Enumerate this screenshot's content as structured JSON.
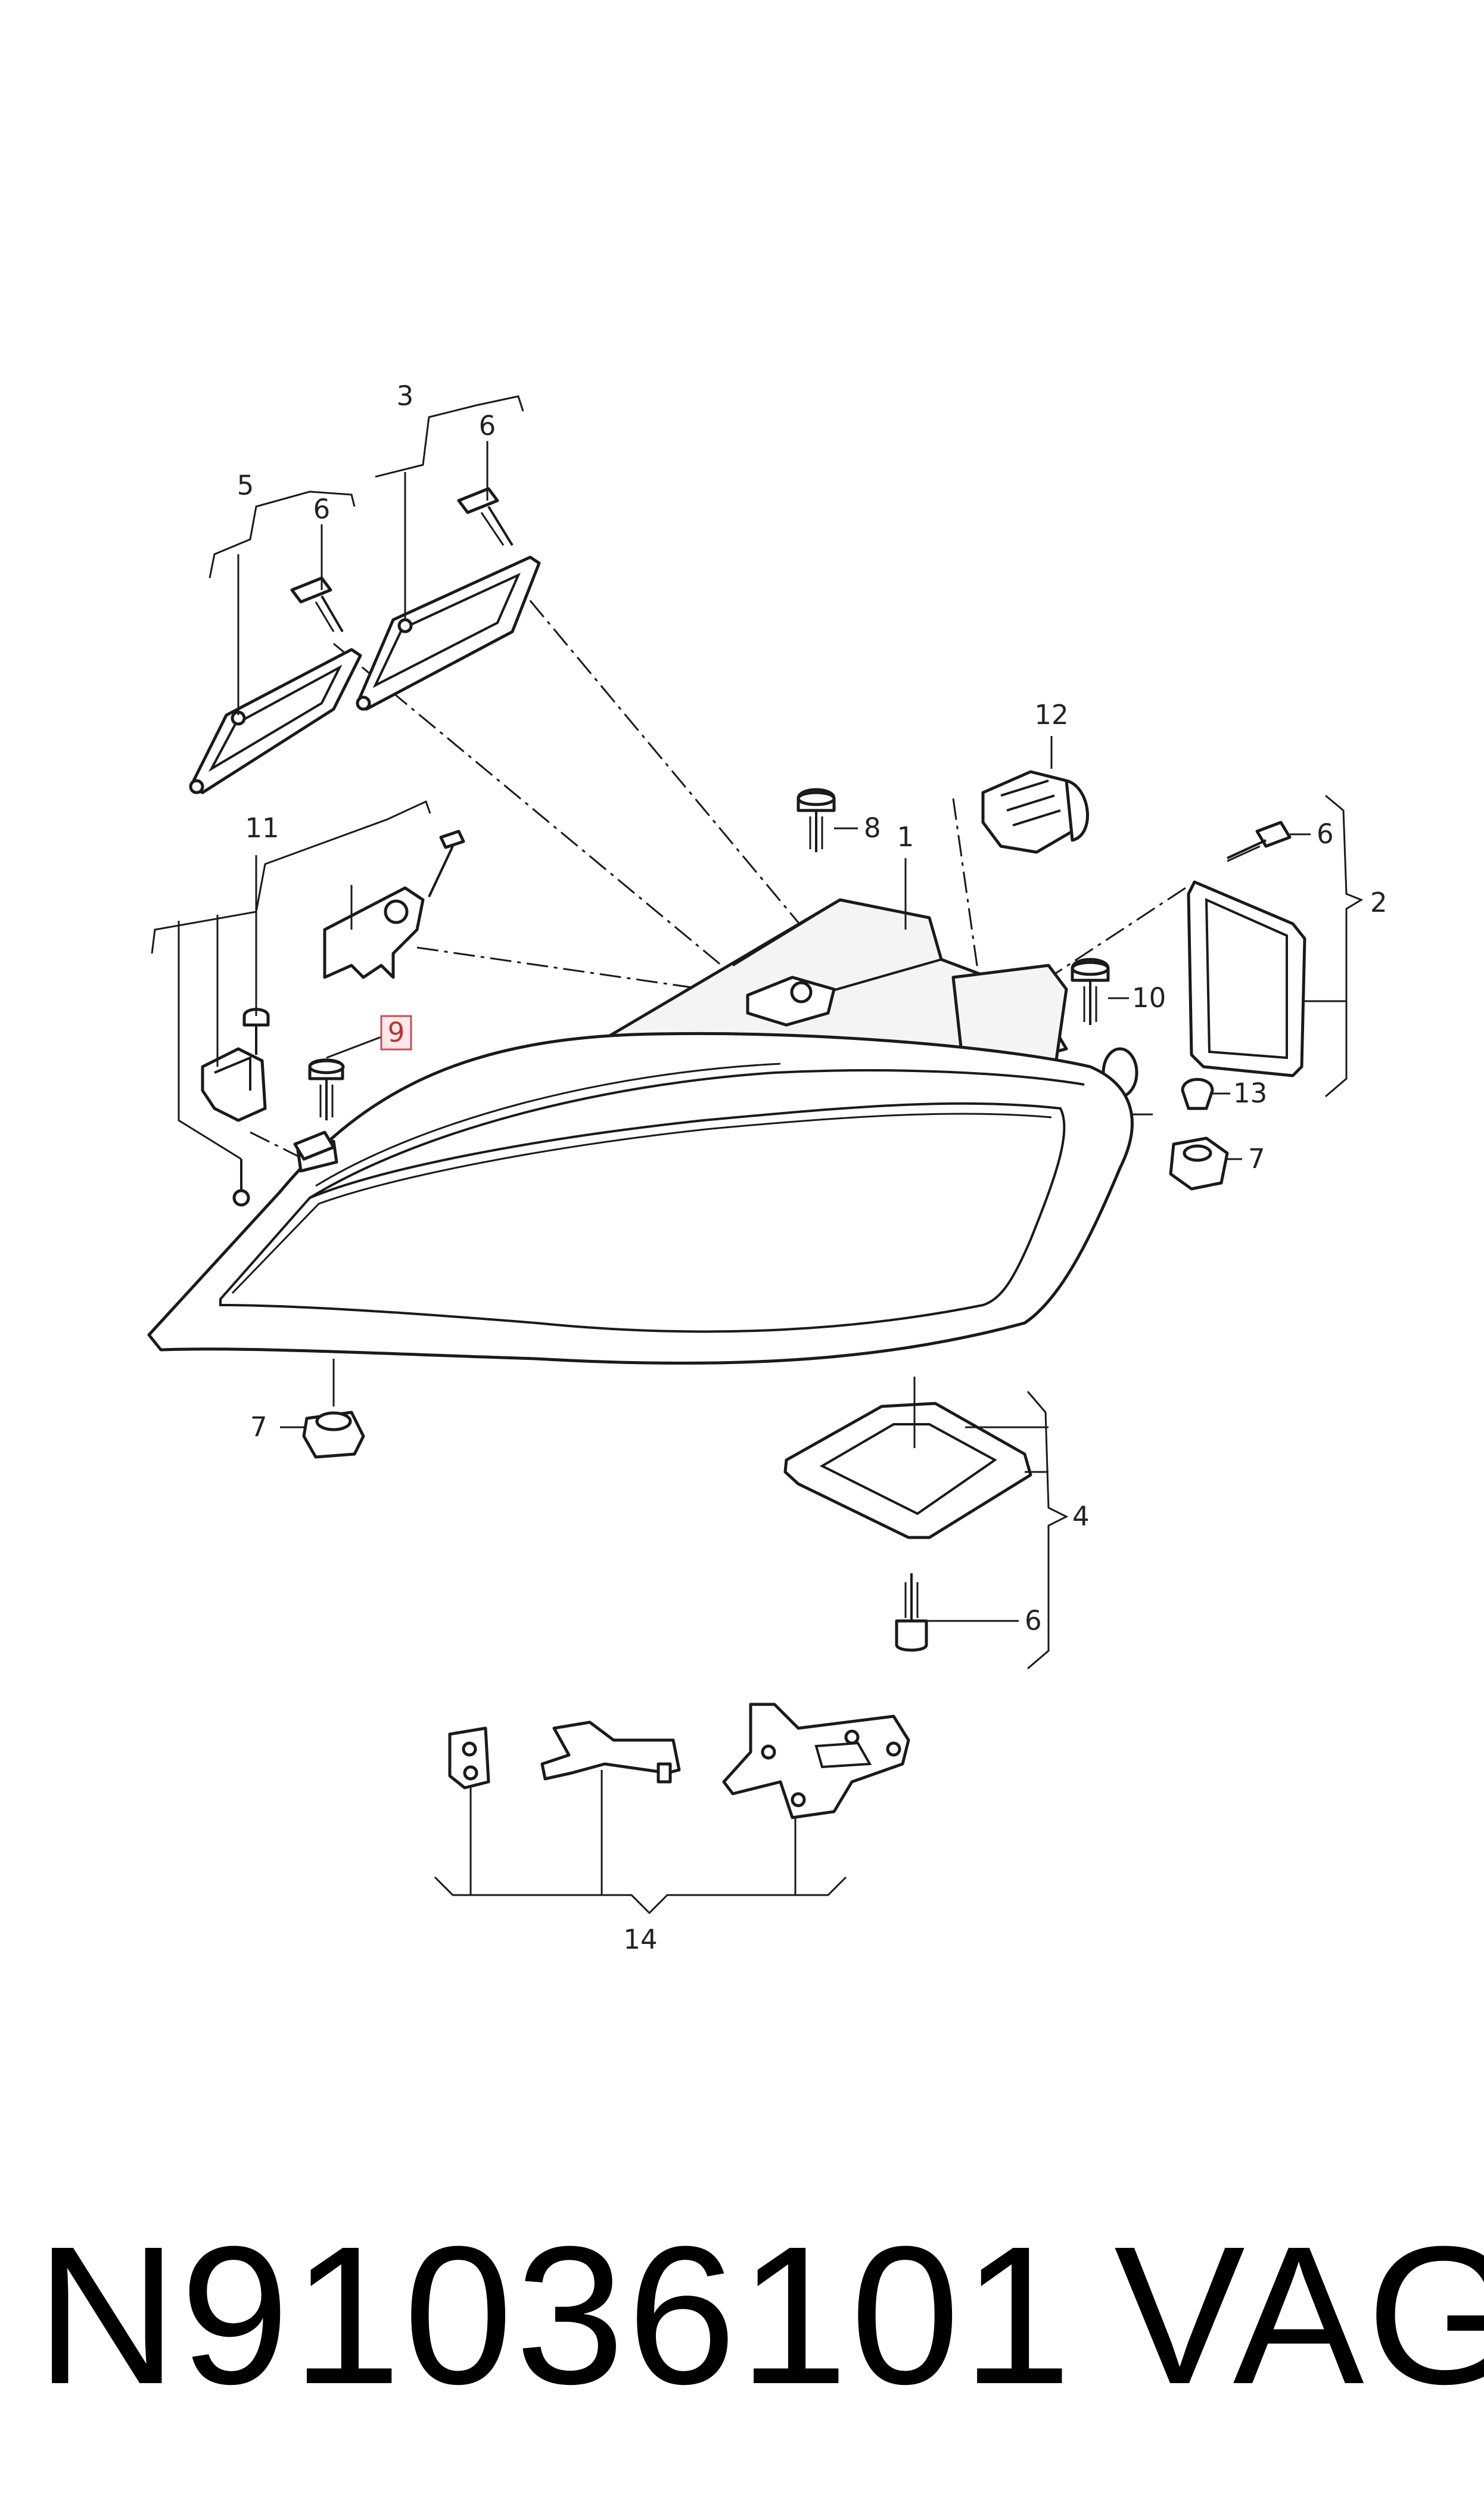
{
  "callouts": {
    "c1": "1",
    "c2": "2",
    "c3": "3",
    "c4": "4",
    "c5": "5",
    "c6a": "6",
    "c6b": "6",
    "c6c": "6",
    "c6d": "6",
    "c7a": "7",
    "c7b": "7",
    "c8": "8",
    "c9": "9",
    "c10": "10",
    "c11": "11",
    "c12": "12",
    "c13": "13",
    "c14": "14"
  },
  "highlighted_callout": "9",
  "footer": {
    "part_number": "N91036101",
    "brand": "VAG"
  },
  "colors": {
    "highlight": "#d04a55",
    "line": "#1a1a1a"
  }
}
